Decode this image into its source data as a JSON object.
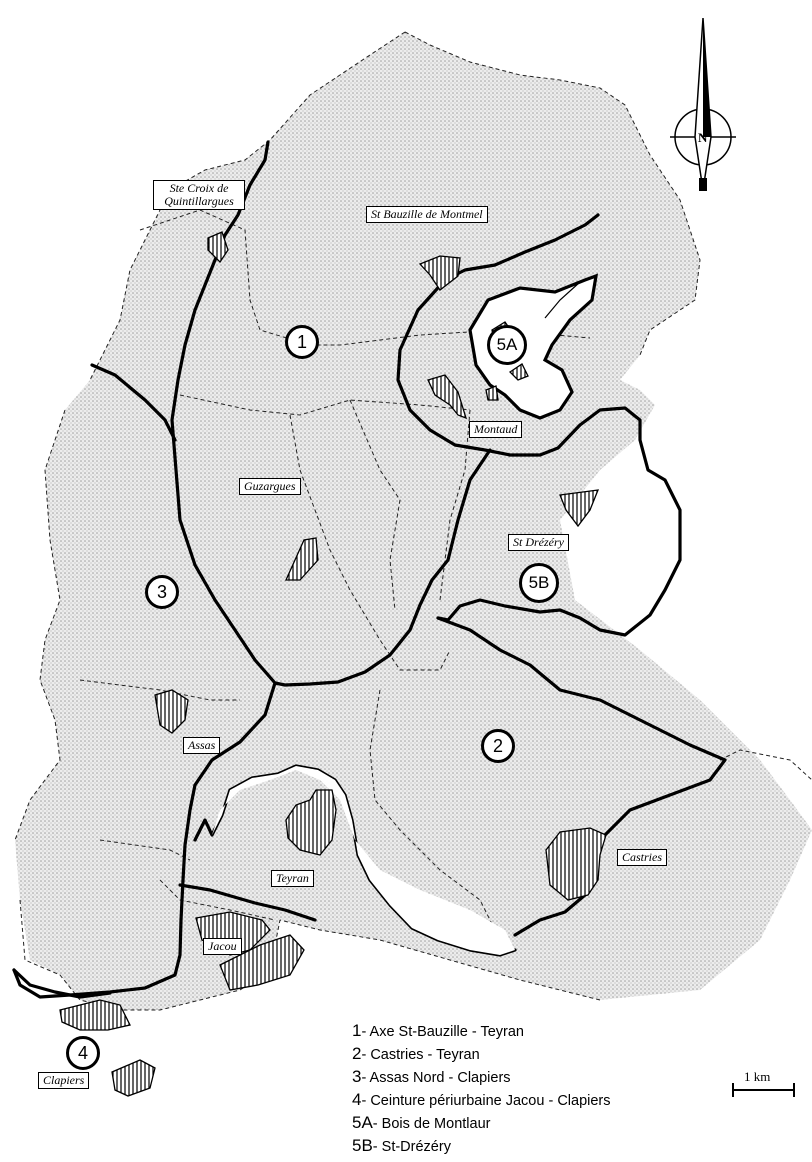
{
  "towns": {
    "ste_croix": "Ste Croix de Quintillargues",
    "st_bauzille": "St Bauzille de Montmel",
    "montaud": "Montaud",
    "guzargues": "Guzargues",
    "st_drezery": "St Drézéry",
    "assas": "Assas",
    "teyran": "Teyran",
    "castries": "Castries",
    "jacou": "Jacou",
    "clapiers": "Clapiers"
  },
  "markers": {
    "z1": "1",
    "z2": "2",
    "z3": "3",
    "z4": "4",
    "z5a": "5A",
    "z5b": "5B"
  },
  "legend": [
    {
      "num": "1",
      "text": "- Axe St-Bauzille - Teyran"
    },
    {
      "num": "2",
      "text": "- Castries - Teyran"
    },
    {
      "num": "3",
      "text": "- Assas Nord - Clapiers"
    },
    {
      "num": "4",
      "text": "- Ceinture périurbaine Jacou - Clapiers"
    },
    {
      "num": "5A",
      "text": "- Bois de Montlaur"
    },
    {
      "num": "5B",
      "text": "- St-Drézéry"
    }
  ],
  "scale": {
    "label": "1 km"
  },
  "compass": {
    "letter": "N",
    "icon": "north-arrow-icon"
  },
  "colors": {
    "stipple": "#bdbdbd",
    "boundary": "#000000"
  }
}
